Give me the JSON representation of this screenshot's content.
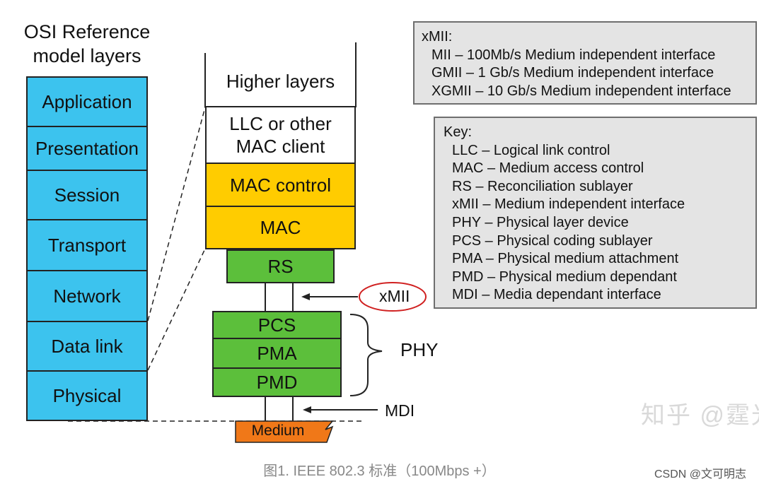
{
  "osi": {
    "title_line1": "OSI Reference",
    "title_line2": "model layers",
    "layers": [
      "Application",
      "Presentation",
      "Session",
      "Transport",
      "Network",
      "Data link",
      "Physical"
    ]
  },
  "stack": {
    "higher": "Higher layers",
    "llc_line1": "LLC or other",
    "llc_line2": "MAC client",
    "mac_control": "MAC control",
    "mac": "MAC",
    "rs": "RS",
    "pcs": "PCS",
    "pma": "PMA",
    "pmd": "PMD",
    "medium": "Medium"
  },
  "labels": {
    "xmii": "xMII",
    "phy": "PHY",
    "mdi": "MDI"
  },
  "xmii_panel": {
    "heading": "xMII:",
    "lines": [
      "MII – 100Mb/s Medium independent interface",
      "GMII – 1 Gb/s Medium independent interface",
      "XGMII – 10 Gb/s Medium independent interface"
    ]
  },
  "key_panel": {
    "heading": "Key:",
    "lines": [
      "LLC – Logical link control",
      "MAC – Medium access control",
      "RS – Reconciliation sublayer",
      "xMII – Medium independent interface",
      "PHY – Physical layer device",
      "PCS – Physical coding sublayer",
      "PMA – Physical medium attachment",
      "PMD – Physical medium dependant",
      "MDI – Media dependant interface"
    ]
  },
  "caption": "图1. IEEE 802.3 标准（100Mbps +）",
  "watermark_zhihu": "知乎 @霆光",
  "watermark_csdn": "CSDN @文可明志",
  "colors": {
    "osi": "#3cc3ee",
    "mac": "#ffcc00",
    "phy_green": "#5cbf3b",
    "medium": "#f07818",
    "xmii_circle": "#d02020",
    "panel_bg": "#e4e4e4"
  }
}
